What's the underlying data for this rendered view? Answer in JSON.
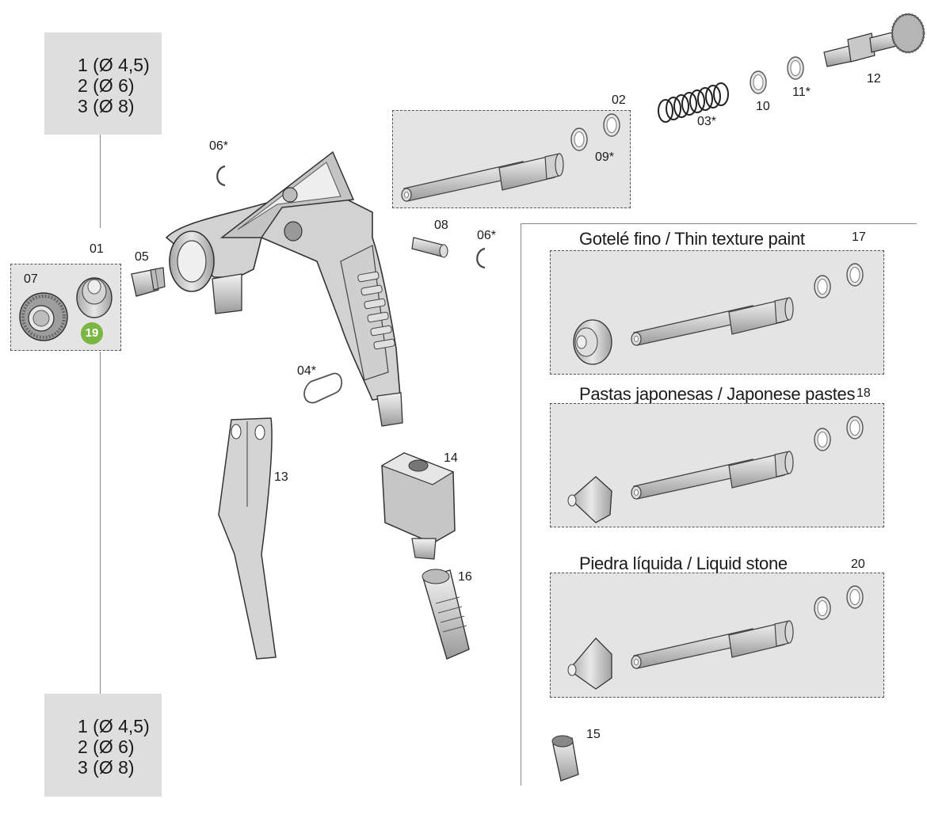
{
  "size_box_top": {
    "lines": [
      "1 (Ø 4,5)",
      "2 (Ø 6)",
      "3 (Ø 8)"
    ]
  },
  "size_box_bottom": {
    "lines": [
      "1 (Ø 4,5)",
      "2 (Ø 6)",
      "3 (Ø 8)"
    ]
  },
  "part_labels": {
    "p01": "01",
    "p02": "02",
    "p03": "03*",
    "p04": "04*",
    "p05": "05",
    "p06a": "06*",
    "p06b": "06*",
    "p07": "07",
    "p08": "08",
    "p09": "09*",
    "p10": "10",
    "p11": "11*",
    "p12": "12",
    "p13": "13",
    "p14": "14",
    "p15": "15",
    "p16": "16",
    "p17": "17",
    "p18": "18",
    "p19": "19",
    "p20": "20"
  },
  "variants": {
    "thin_texture": {
      "title": "Gotelé fino / Thin texture paint",
      "number": "17"
    },
    "japanese_pastes": {
      "title": "Pastas japonesas / Japonese pastes",
      "number": "18"
    },
    "liquid_stone": {
      "title": "Piedra líquida / Liquid stone",
      "number": "20"
    }
  },
  "colors": {
    "badge": "#7ab642",
    "box_fill": "#dedede",
    "part_fill": "#cfcfcf",
    "outline": "#444444"
  },
  "icons": [
    "spray-gun-body-icon",
    "nozzle-icon",
    "spring-icon",
    "washer-icon",
    "lever-icon",
    "adapter-icon",
    "clip-icon"
  ]
}
